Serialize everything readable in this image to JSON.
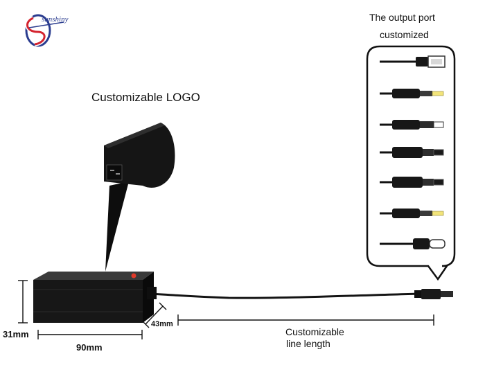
{
  "brand": {
    "logo_text": "sunshiny"
  },
  "labels": {
    "custom_logo": "Customizable LOGO",
    "output_port_line1": "The output port",
    "output_port_line2": "customized",
    "height": "31mm",
    "length": "90mm",
    "depth": "43mm",
    "cable_line1": "Customizable",
    "cable_line2": "line length"
  },
  "connectors": [
    "micro-usb-plug",
    "dc-plug-yellow-tip",
    "dc-plug",
    "dc-plug",
    "dc-plug",
    "dc-plug-yellow-tip",
    "usb-c-plug"
  ],
  "colors": {
    "body": "#1a1a1a",
    "led": "#e23a2a",
    "brand": "#2a3c8f",
    "tip": "#f2e47a"
  }
}
